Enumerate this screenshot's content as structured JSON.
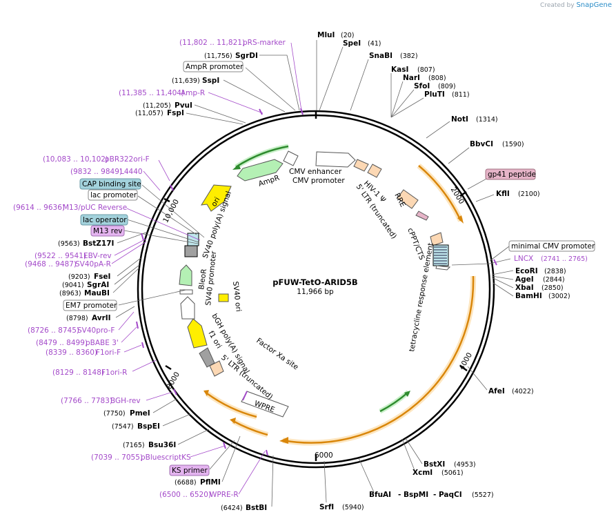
{
  "credit": {
    "prefix": "Created by",
    "brand": "SnapGene"
  },
  "plasmid": {
    "name": "pFUW-TetO-ARID5B",
    "length": "11,966 bp"
  },
  "ticks": [
    "2000",
    "4000",
    "6000",
    "8000",
    "10,000"
  ],
  "enzymes_right": [
    {
      "name": "MluI",
      "pos": "(20)"
    },
    {
      "name": "SpeI",
      "pos": "(41)"
    },
    {
      "name": "SnaBI",
      "pos": "(382)"
    },
    {
      "name": "KasI",
      "pos": "(807)"
    },
    {
      "name": "NarI",
      "pos": "(808)"
    },
    {
      "name": "SfoI",
      "pos": "(809)"
    },
    {
      "name": "PluTI",
      "pos": "(811)"
    },
    {
      "name": "NotI",
      "pos": "(1314)"
    },
    {
      "name": "BbvCI",
      "pos": "(1590)"
    },
    {
      "name": "KflI",
      "pos": "(2100)"
    },
    {
      "name": "EcoRI",
      "pos": "(2838)"
    },
    {
      "name": "AgeI",
      "pos": "(2844)"
    },
    {
      "name": "XbaI",
      "pos": "(2850)"
    },
    {
      "name": "BamHI",
      "pos": "(3002)"
    },
    {
      "name": "AfeI",
      "pos": "(4022)"
    },
    {
      "name": "BstXI",
      "pos": "(4953)"
    },
    {
      "name": "XcmI",
      "pos": "(5061)"
    },
    {
      "name": "BfuAI",
      "pos": ""
    },
    {
      "name": "- BspMI",
      "pos": ""
    },
    {
      "name": "- PaqCI",
      "pos": "(5527)"
    },
    {
      "name": "SrfI",
      "pos": "(5940)"
    }
  ],
  "enzymes_left": [
    {
      "name": "SgrDI",
      "pos": "(11,756)"
    },
    {
      "name": "SspI",
      "pos": "(11,639)"
    },
    {
      "name": "PvuI",
      "pos": "(11,205)"
    },
    {
      "name": "FspI",
      "pos": "(11,057)"
    },
    {
      "name": "BstZ17I",
      "pos": "(9563)"
    },
    {
      "name": "FseI",
      "pos": "(9203)"
    },
    {
      "name": "SgrAI",
      "pos": "(9041)"
    },
    {
      "name": "MauBI",
      "pos": "(8963)"
    },
    {
      "name": "AvrII",
      "pos": "(8798)"
    },
    {
      "name": "PmeI",
      "pos": "(7750)"
    },
    {
      "name": "BspEI",
      "pos": "(7547)"
    },
    {
      "name": "Bsu36I",
      "pos": "(7165)"
    },
    {
      "name": "PflMI",
      "pos": "(6688)"
    },
    {
      "name": "BstBI",
      "pos": "(6424)"
    }
  ],
  "primers": [
    {
      "name": "pRS-marker",
      "range": "(11,802 .. 11,821)"
    },
    {
      "name": "Amp-R",
      "range": "(11,385 .. 11,404)"
    },
    {
      "name": "pBR322ori-F",
      "range": "(10,083 .. 10,102)"
    },
    {
      "name": "L4440",
      "range": "(9832 .. 9849)"
    },
    {
      "name": "M13/pUC Reverse",
      "range": "(9614 .. 9636)"
    },
    {
      "name": "EBV-rev",
      "range": "(9522 .. 9541)"
    },
    {
      "name": "SV40pA-R",
      "range": "(9468 .. 9487)"
    },
    {
      "name": "SV40pro-F",
      "range": "(8726 .. 8745)"
    },
    {
      "name": "pBABE 3'",
      "range": "(8479 .. 8499)"
    },
    {
      "name": "F1ori-F",
      "range": "(8339 .. 8360)"
    },
    {
      "name": "F1ori-R",
      "range": "(8129 .. 8148)"
    },
    {
      "name": "BGH-rev",
      "range": "(7766 .. 7783)"
    },
    {
      "name": "pBluescriptKS",
      "range": "(7039 .. 7055)"
    },
    {
      "name": "WPRE-R",
      "range": "(6500 .. 6520)"
    },
    {
      "name": "LNCX",
      "range": "(2741 .. 2765)"
    }
  ],
  "boxed_labels": [
    {
      "text": "AmpR promoter",
      "style": "plain"
    },
    {
      "text": "CAP binding site",
      "style": "teal"
    },
    {
      "text": "lac promoter",
      "style": "plain"
    },
    {
      "text": "lac operator",
      "style": "teal"
    },
    {
      "text": "M13 rev",
      "style": "purple"
    },
    {
      "text": "EM7 promoter",
      "style": "plain"
    },
    {
      "text": "KS primer",
      "style": "purple"
    },
    {
      "text": "gp41 peptide",
      "style": "pink"
    },
    {
      "text": "minimal CMV promoter",
      "style": "plain"
    }
  ],
  "features": [
    "CMV enhancer",
    "CMV promoter",
    "HIV-1 Ψ",
    "RRE",
    "5' LTR (truncated)",
    "cPPT/CTS",
    "tetracycline response element",
    "AmpR",
    "ori",
    "SV40 poly(A) signal",
    "BleoR",
    "SV40 promoter",
    "SV40 ori",
    "bGH poly(A) signal",
    "f1 ori",
    "5' LTR (truncated)",
    "Factor Xa site",
    "WPRE"
  ],
  "colors": {
    "primer": "#a349c9",
    "orf_orange": "#f0a020",
    "ampr_green": "#b4f0b4",
    "ori_yellow": "#ffee00",
    "promoter_white": "#ffffff",
    "teal_box": "#a3d2dc",
    "purple_box": "#e4b4f0",
    "pink_box": "#e6b4c8",
    "ltr_peach": "#fcd8b4",
    "gray_box": "#a0a0a0"
  }
}
